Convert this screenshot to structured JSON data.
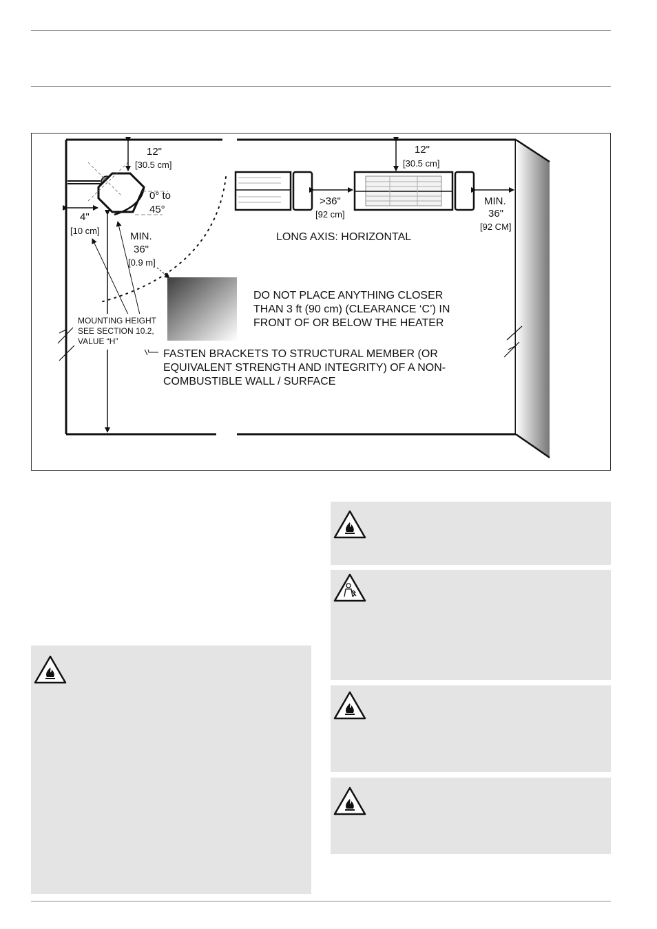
{
  "figure": {
    "top_clearance": "12\"",
    "top_clearance_metric": "[30.5 cm]",
    "angle_line1": "0° to",
    "angle_line2": "45°",
    "side_clearance": "4\"",
    "side_clearance_metric": "[10 cm]",
    "front_clearance_line1": "MIN.",
    "front_clearance_line2": "36\"",
    "front_clearance_metric": "[0.9 m]",
    "right_top_clearance": "12\"",
    "right_top_clearance_metric": "[30.5 cm]",
    "between_heaters": ">36\"",
    "between_heaters_metric": "[92 cm]",
    "right_wall_line1": "MIN.",
    "right_wall_line2": "36\"",
    "right_wall_metric": "[92 CM]",
    "long_axis": "LONG AXIS: HORIZONTAL",
    "clearance_note": [
      "DO NOT PLACE ANYTHING CLOSER",
      "THAN 3 ft (90 cm) (CLEARANCE ‘C’) IN",
      "FRONT OF OR BELOW THE HEATER"
    ],
    "mounting_height": [
      "MOUNTING HEIGHT",
      "SEE SECTION 10.2,",
      "VALUE “H”"
    ],
    "fasten_note": [
      "FASTEN BRACKETS TO STRUCTURAL MEMBER (OR",
      "EQUIVALENT STRENGTH AND INTEGRITY) OF A NON-",
      "COMBUSTIBLE WALL / SURFACE"
    ]
  },
  "warnings": [
    {
      "icon": "fire-hazard-icon"
    },
    {
      "icon": "fire-hazard-icon"
    },
    {
      "icon": "electric-shock-hazard-icon"
    },
    {
      "icon": "fire-hazard-icon"
    },
    {
      "icon": "fire-hazard-icon"
    }
  ],
  "colors": {
    "warning_box_bg": "#e3e4e3",
    "rule": "#8a8a8a"
  }
}
